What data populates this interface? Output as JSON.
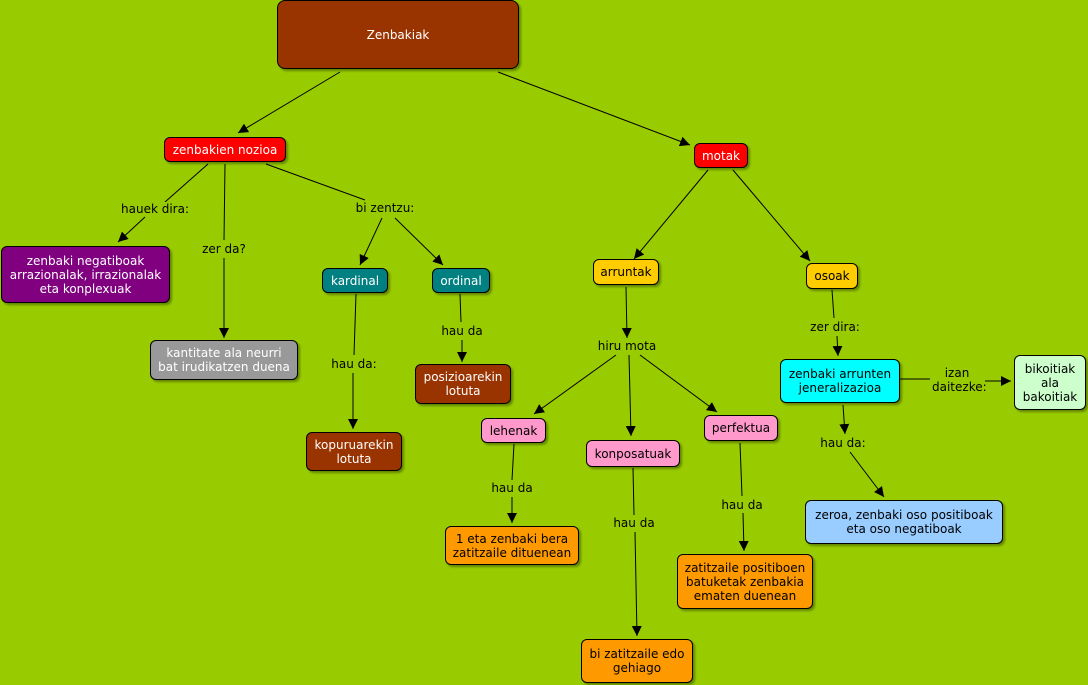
{
  "colors": {
    "background": "#99cc00",
    "root": "#993300",
    "red": "#ff0000",
    "purple": "#800080",
    "gray": "#999999",
    "teal": "#008080",
    "brown": "#993300",
    "yellow": "#ffcc00",
    "pink": "#ff99cc",
    "orange": "#ff9900",
    "cyan": "#00ffff",
    "lightgreen": "#ccffcc",
    "lightblue": "#99ccff"
  },
  "nodes": {
    "root": "Zenbakiak",
    "nozioa": "zenbakien nozioa",
    "motak": "motak",
    "negatiboak": "zenbaki negatiboak arrazionalak, irrazionalak eta konplexuak",
    "kantitate": "kantitate ala neurri bat irudikatzen duena",
    "kardinal": "kardinal",
    "ordinal": "ordinal",
    "kopuru": "kopuruarekin lotuta",
    "posizio": "posizioarekin lotuta",
    "arruntak": "arruntak",
    "osoak": "osoak",
    "lehenak": "lehenak",
    "konposatuak": "konposatuak",
    "perfektua": "perfektua",
    "bat_eta": "1 eta zenbaki bera zatitzaile dituenean",
    "bi_zatitzaile": "bi zatitzaile edo gehiago",
    "zatitzaile_pos": "zatitzaile positiboen batuketak zenbakia ematen duenean",
    "jeneral": "zenbaki arrunten jeneralizazioa",
    "bikoitiak": "bikoitiak ala bakoitiak",
    "zeroa": "zeroa, zenbaki oso positiboak eta oso negatiboak"
  },
  "links": {
    "hauek_dira": "hauek dira:",
    "zer_da": "zer da?",
    "bi_zentzu": "bi zentzu:",
    "hau_da_kard": "hau da:",
    "hau_da_ord": "hau da",
    "hiru_mota": "hiru mota",
    "hau_da_leh": "hau da",
    "hau_da_kon": "hau da",
    "hau_da_perf": "hau da",
    "zer_dira": "zer dira:",
    "izan_daitezke": "izan daitezke:",
    "hau_da_jen": "hau da:"
  }
}
